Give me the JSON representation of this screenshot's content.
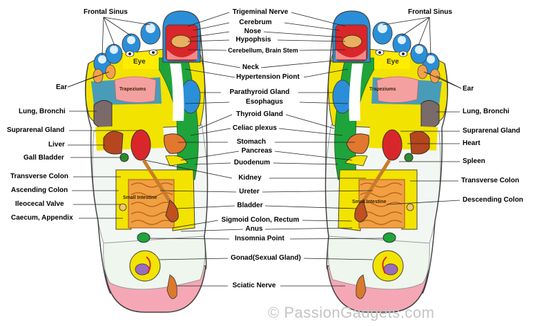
{
  "labels": {
    "frontal_sinus": "Frontal Sinus",
    "ear": "Ear",
    "lung_bronchi": "Lung, Bronchi",
    "suprarenal_gland": "Suprarenal Gland",
    "liver": "Liver",
    "gall_bladder": "Gall Bladder",
    "transverse_colon": "Transverse Colon",
    "ascending_colon": "Ascending Colon",
    "ileocecal_valve": "Ileocecal Valve",
    "caecum_appendix": "Caecum, Appendix",
    "heart": "Heart",
    "spleen": "Spleen",
    "descending_colon": "Descending Colon",
    "trigeminal_nerve": "Trigeminal Nerve",
    "cerebrum": "Cerebrum",
    "nose": "Nose",
    "hypophsis": "Hypophsis",
    "cerebellum_brain_stem": "Cerebellum, Brain Stem",
    "neck": "Neck",
    "hypertension_point": "Hypertension Piont",
    "parathyroid_gland": "Parathyroid Gland",
    "esophagus": "Esophagus",
    "thyroid_gland": "Thyroid Gland",
    "celiac_plexus": "Celiac plexus",
    "stomach": "Stomach",
    "pancreas": "Pancreas",
    "duodenum": "Duodenum",
    "kidney": "Kidney",
    "ureter": "Ureter",
    "bladder": "Bladder",
    "sigmoid_colon_rectum": "Sigmoid Colon, Rectum",
    "anus": "Anus",
    "insomnia_point": "Insomnia Point",
    "gonad": "Gonad(Sexual Gland)",
    "sciatic_nerve": "Sciatic Nerve"
  },
  "inner_labels": {
    "eye": "Eye",
    "trapeziums": "Trapeziums",
    "small_intestine": "Small Intestine"
  },
  "watermark": "© PassionGadgets.com",
  "colors": {
    "toe_blue": "#2a8fd8",
    "forefoot_yellow": "#f2e300",
    "spine_green": "#1ea43a",
    "head_red": "#d9262b",
    "intestine_orange": "#f0a043",
    "heel_pink": "#f5a7b5",
    "foot_outline": "#444444"
  }
}
